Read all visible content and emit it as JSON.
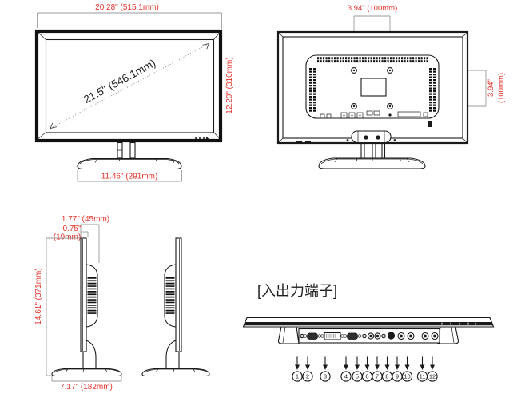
{
  "diagram": {
    "colors": {
      "accent_red": "#e4332b",
      "dimension_gray": "#9a9a9a",
      "ink": "#1a1a1a"
    },
    "front_view": {
      "width_label": "20.28\" (515.1mm)",
      "diagonal_label": "21.5\" (546.1mm)",
      "height_label": "12.20\" (310mm)",
      "base_width_label": "11.46\" (291mm)"
    },
    "rear_view": {
      "vesa_horizontal_label": "3.94\" (100mm)",
      "vesa_vertical_label_line1": "3.94\"",
      "vesa_vertical_label_line2": "(100mm)"
    },
    "side_view": {
      "depth_label": "1.77\" (45mm)",
      "thickness_label_line1": "0.75\"",
      "thickness_label_line2": "(19mm)",
      "height_label": "14.61\" (371mm)",
      "base_depth_label": "7.17\" (182mm)"
    },
    "bottom_view": {
      "title": "[入出力端子]",
      "port_numbers": [
        "1",
        "2",
        "3",
        "4",
        "5",
        "6",
        "7",
        "8",
        "9",
        "10",
        "11",
        "12"
      ]
    }
  }
}
